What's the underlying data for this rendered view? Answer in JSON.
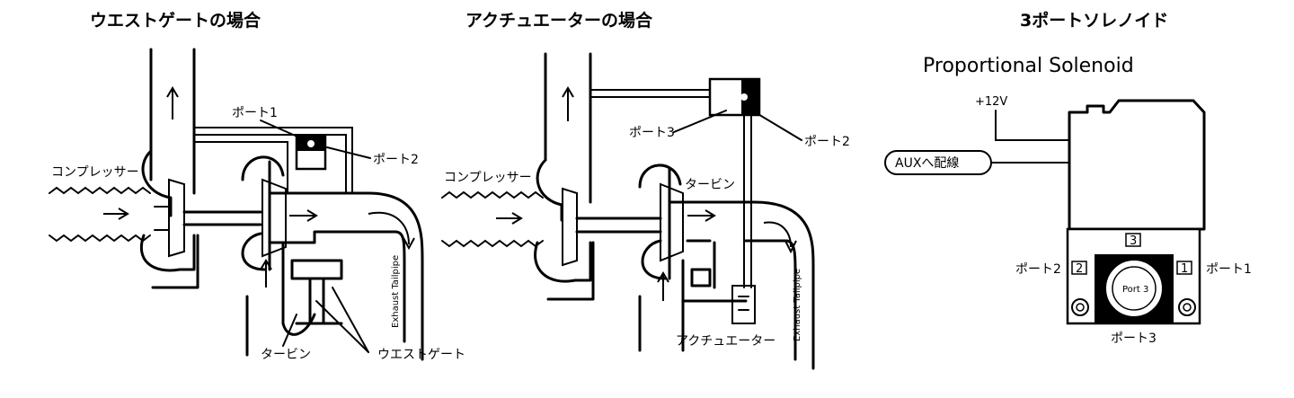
{
  "panel_wastegate": {
    "title": "ウエストゲートの場合",
    "labels": {
      "port1": "ポート1",
      "port2": "ポート2",
      "compressor": "コンプレッサー",
      "turbine": "タービン",
      "wastegate": "ウエストゲート",
      "exhaust": "Exhaust Tailpipe"
    }
  },
  "panel_actuator": {
    "title": "アクチュエーターの場合",
    "labels": {
      "port3": "ポート3",
      "port2": "ポート2",
      "compressor": "コンプレッサー",
      "turbine": "タービン",
      "actuator": "アクチュエーター",
      "exhaust": "Exhaust Tailpipe"
    }
  },
  "panel_solenoid": {
    "title": "3ポートソレノイド",
    "subtitle": "Proportional Solenoid",
    "labels": {
      "voltage": "+12V",
      "aux": "AUXへ配線",
      "port1_left": "ポート2",
      "port1_right": "ポート1",
      "port3": "ポート3",
      "box_3": "3",
      "box_2": "2",
      "box_1": "1",
      "port_center": "Port 3"
    }
  },
  "colors": {
    "ink": "#000000",
    "paper": "#ffffff"
  }
}
